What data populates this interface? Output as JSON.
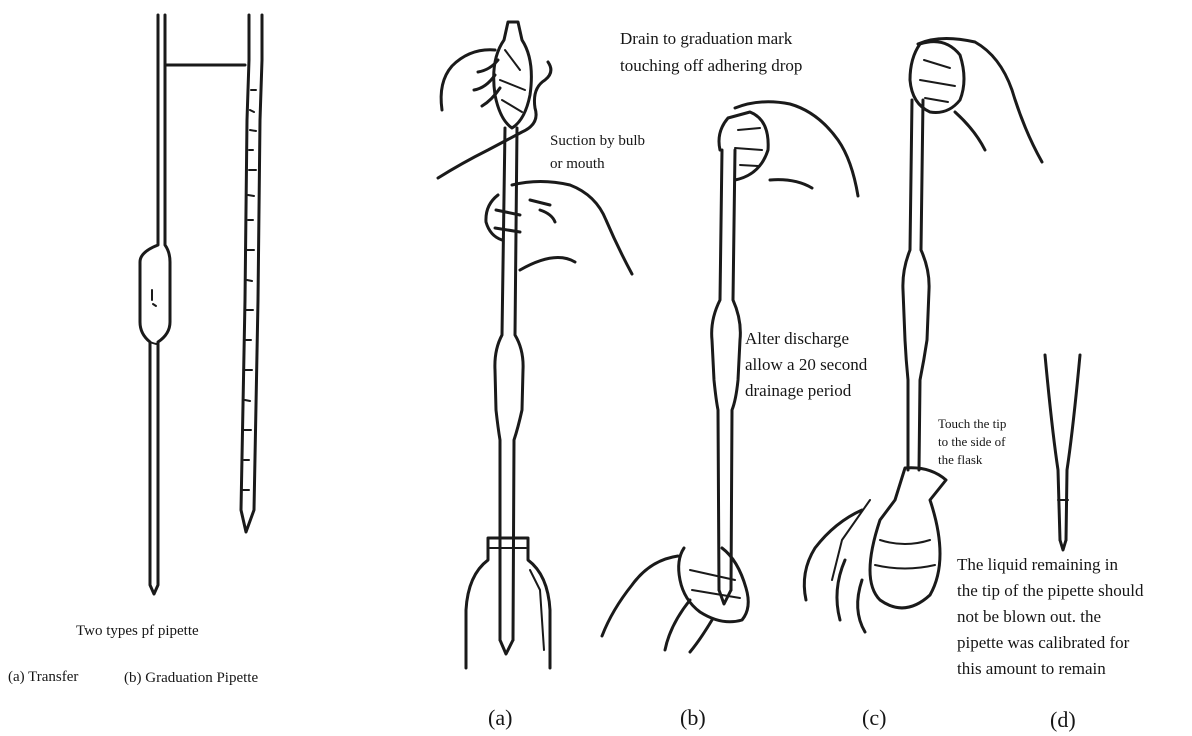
{
  "left_caption": {
    "title": "Two types pf pipette",
    "subtitle_a": "(a) Transfer",
    "subtitle_b": "(b) Graduation Pipette"
  },
  "notes": {
    "drain_line1": "Drain to graduation mark",
    "drain_line2": "touching off adhering drop",
    "suction_line1": "Suction by bulb",
    "suction_line2": "or mouth",
    "after_line1": "Alter discharge",
    "after_line2": "allow a 20 second",
    "after_line3": "drainage period",
    "touch_line1": "Touch the tip",
    "touch_line2": "to the side of",
    "touch_line3": "the flask",
    "liquid_line1": "The liquid remaining in",
    "liquid_line2": "the tip of the pipette should",
    "liquid_line3": "not be blown out. the",
    "liquid_line4": "pipette was calibrated for",
    "liquid_line5": "this amount to remain"
  },
  "panel_labels": [
    "(a)",
    "(b)",
    "(c)",
    "(d)"
  ],
  "colors": {
    "ink": "#161616",
    "background": "#ffffff"
  }
}
